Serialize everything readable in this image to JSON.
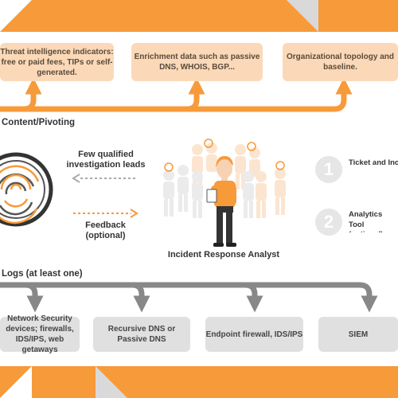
{
  "top_boxes": [
    "Threat intelligence indicators: free or paid fees, TIPs or self-generated.",
    "Enrichment data such as passive DNS, WHOIS, BGP...",
    "Organizational topology and baseline."
  ],
  "content_pivoting_label": "Content/Pivoting",
  "left_flow": {
    "up_label": "Few qualified investigation leads",
    "down_label": "Feedback (optional)"
  },
  "analyst_label": "Incident Response Analyst",
  "tools": [
    {
      "number": "1",
      "label": "Ticket and Incident Handling Tool (optional)"
    },
    {
      "number": "2",
      "label": "Analytics Tool (optional)"
    }
  ],
  "logs_label": "Logs (at least one)",
  "bottom_boxes": [
    "Network Security devices; firewalls, IDS/IPS, web getaways",
    "Recursive DNS or Passive DNS",
    "Endpoint firewall, IDS/IPS",
    "SIEM"
  ],
  "colors": {
    "accent": "#f79a3a",
    "light_accent": "#fbd9b8",
    "grey": "#888888",
    "light_grey": "#e0e0e0"
  }
}
